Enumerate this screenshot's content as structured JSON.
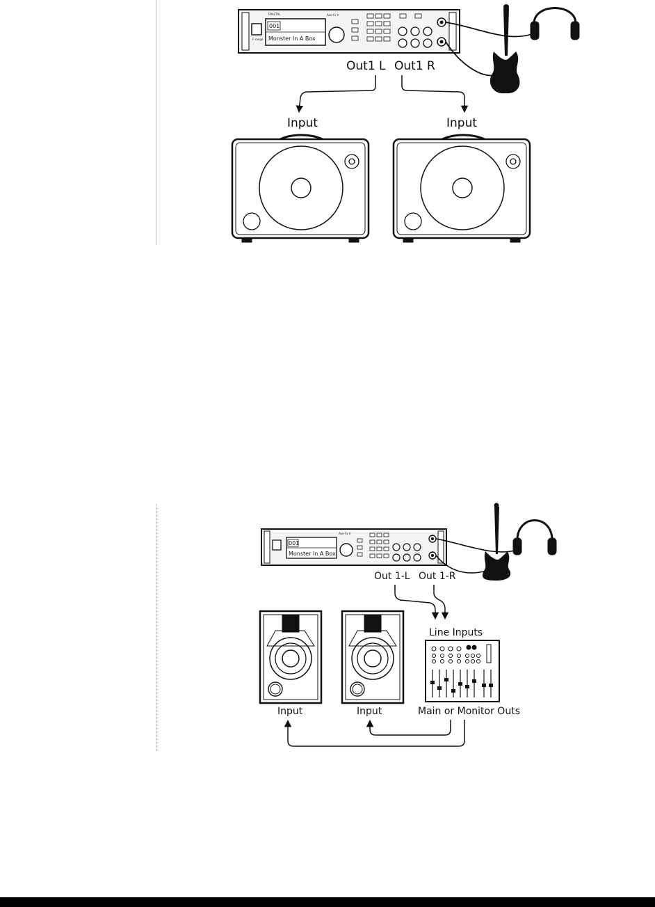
{
  "diagram1": {
    "unit_display_preset": "001",
    "unit_display_name": "Monster In A Box",
    "output_left_label": "Out1 L",
    "output_right_label": "Out1 R",
    "speaker_left_label": "Input",
    "speaker_right_label": "Input"
  },
  "diagram2": {
    "unit_display_preset": "001",
    "unit_display_name": "Monster In A Box",
    "output_left_label": "Out 1-L",
    "output_right_label": "Out 1-R",
    "mixer_input_label": "Line Inputs",
    "monitor_left_label": "Input",
    "monitor_right_label": "Input",
    "mixer_output_label": "Main or Monitor Outs"
  },
  "logo": {
    "brand_text": "FRACTAL",
    "model_text": "Axe-Fx II"
  },
  "colors": {
    "line": "#111111",
    "rack_face": "#f4f4f4",
    "bottom_bar": "#000000"
  }
}
